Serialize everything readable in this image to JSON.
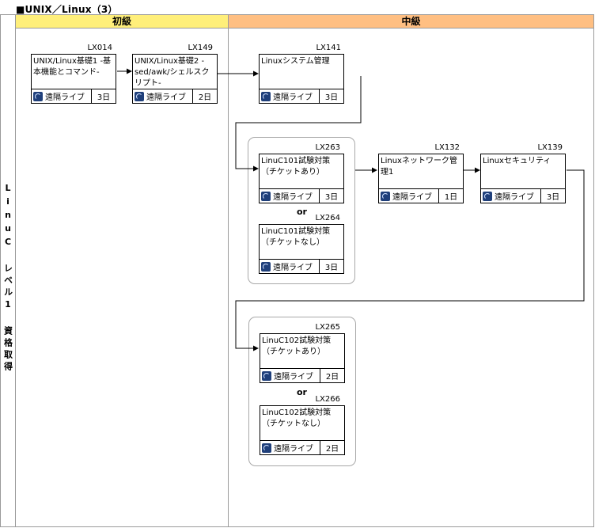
{
  "page_title": "■UNIX／Linux（3）",
  "columns": {
    "beginner": "初級",
    "intermediate": "中級"
  },
  "side_label": "LinuC レベル1 資格取得",
  "or_label": "or",
  "delivery_mode": "遠隔ライブ",
  "courses": {
    "lx014": {
      "code": "LX014",
      "name": "UNIX/Linux基礎1 -基本機能とコマンド-",
      "days": "3日"
    },
    "lx149": {
      "code": "LX149",
      "name": "UNIX/Linux基礎2 -sed/awk/シェルスクリプト-",
      "days": "2日"
    },
    "lx141": {
      "code": "LX141",
      "name": "Linuxシステム管理",
      "days": "3日"
    },
    "lx263": {
      "code": "LX263",
      "name": "LinuC101試験対策（チケットあり）",
      "days": "3日"
    },
    "lx264": {
      "code": "LX264",
      "name": "LinuC101試験対策（チケットなし）",
      "days": "3日"
    },
    "lx132": {
      "code": "LX132",
      "name": "Linuxネットワーク管理1",
      "days": "1日"
    },
    "lx139": {
      "code": "LX139",
      "name": "Linuxセキュリティ",
      "days": "3日"
    },
    "lx265": {
      "code": "LX265",
      "name": "LinuC102試験対策（チケットあり）",
      "days": "2日"
    },
    "lx266": {
      "code": "LX266",
      "name": "LinuC102試験対策（チケットなし）",
      "days": "2日"
    }
  }
}
